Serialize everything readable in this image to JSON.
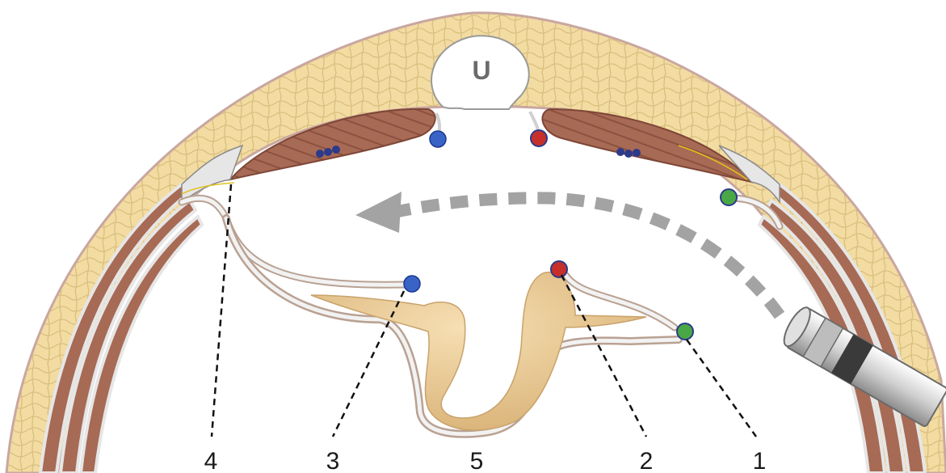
{
  "figure": {
    "region_label": "U",
    "callouts": [
      {
        "id": "1",
        "text": "1"
      },
      {
        "id": "2",
        "text": "2"
      },
      {
        "id": "3",
        "text": "3"
      },
      {
        "id": "4",
        "text": "4"
      },
      {
        "id": "5",
        "text": "5"
      }
    ],
    "colors": {
      "fat": "#f3dca2",
      "fat_lines": "#d9bf7e",
      "skin": "#c9a7a0",
      "muscle": "#a76a55",
      "muscle_dark": "#7e4636",
      "fascia": "#e6e6e6",
      "fascia_edge": "#8a8a8a",
      "peritoneum": "#b9a192",
      "bowel": "#e9cc96",
      "marker_blue": "#3a63c6",
      "marker_red": "#c7302a",
      "marker_green": "#49a845",
      "arrow": "#a3a3a3",
      "nerve": "#e2c21a"
    },
    "icons": [
      "laparoscope-icon",
      "curved-arrow-icon",
      "marker-dot-icon"
    ]
  }
}
